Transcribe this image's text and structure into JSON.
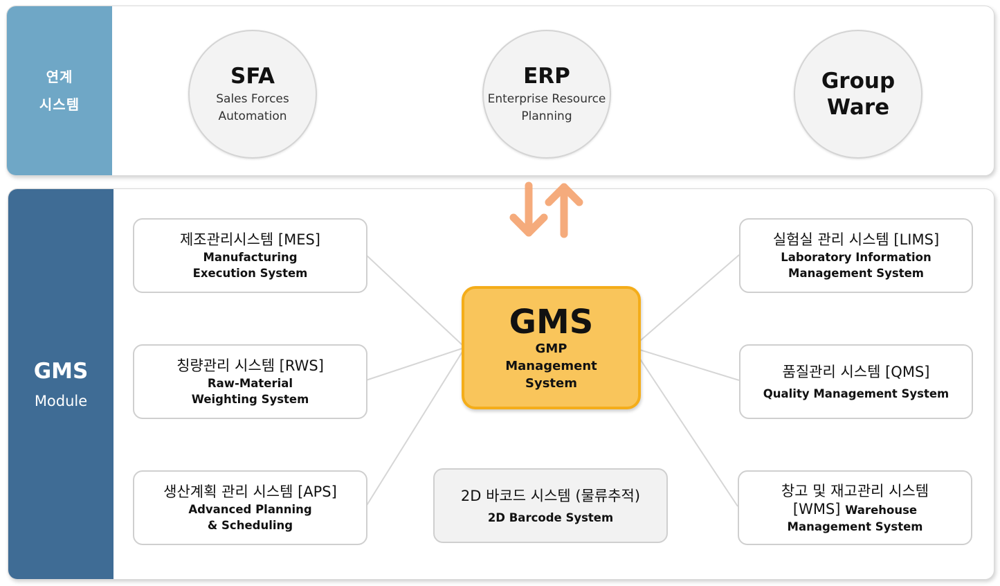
{
  "top_panel": {
    "label_line1": "연계",
    "label_line2": "시스템",
    "systems": [
      {
        "title": "SFA",
        "sub1": "Sales Forces",
        "sub2": "Automation"
      },
      {
        "title": "ERP",
        "sub1": "Enterprise Resource",
        "sub2": "Planning"
      },
      {
        "title_line1": "Group",
        "title_line2": "Ware"
      }
    ]
  },
  "arrows": {
    "icon": "bidirectional-arrow-icon",
    "color": "#f5a36e"
  },
  "bottom_panel": {
    "label_line1": "GMS",
    "label_line2": "Module",
    "core": {
      "title": "GMS",
      "sub1": "GMP",
      "sub2": "Management",
      "sub3": "System",
      "fill": "#f9c55b",
      "border": "#f4ad1a"
    },
    "modules": {
      "mes": {
        "title": "제조관리시스템 [MES]",
        "sub1": "Manufacturing",
        "sub2": "Execution System"
      },
      "rws": {
        "title": "칭량관리 시스템 [RWS]",
        "sub1": "Raw-Material",
        "sub2": "Weighting System"
      },
      "aps": {
        "title": "생산계획 관리 시스템 [APS]",
        "sub1": "Advanced Planning",
        "sub2": "& Scheduling"
      },
      "barcode": {
        "title": "2D 바코드 시스템 (물류추적)",
        "sub1": "2D Barcode System"
      },
      "lims": {
        "title": "실험실 관리 시스템 [LIMS]",
        "sub1": "Laboratory Information",
        "sub2": "Management System"
      },
      "qms": {
        "title": "품질관리 시스템 [QMS]",
        "sub1": "Quality Management System"
      },
      "wms": {
        "title_line1": "창고 및 재고관리 시스템",
        "code": "[WMS]",
        "sub1": "Warehouse",
        "sub2": "Management System"
      }
    }
  }
}
